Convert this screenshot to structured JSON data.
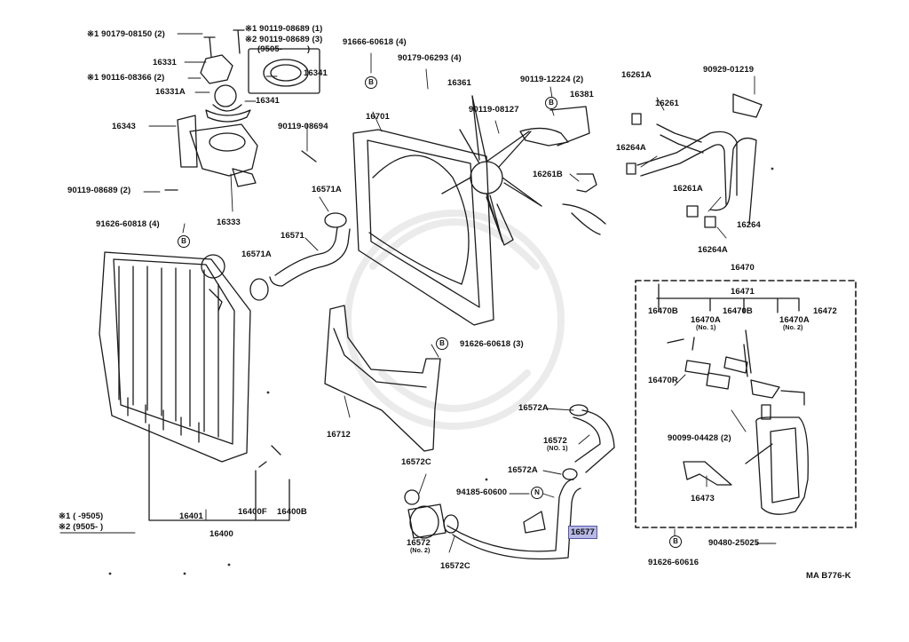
{
  "diagram": {
    "reference_code": "MA B776-K",
    "highlight_color": "#b7b9e6",
    "parts": [
      {
        "id": "p01",
        "text": "※1 90179-08150 (2)"
      },
      {
        "id": "p02",
        "text": "※1 90119-08689 (1)"
      },
      {
        "id": "p03",
        "text": "※2 90119-08689 (3)"
      },
      {
        "id": "p04",
        "text": "(9505-"
      },
      {
        "id": "p05",
        "text": ")"
      },
      {
        "id": "p06",
        "text": "91666-60618 (4)"
      },
      {
        "id": "p07",
        "text": "16331"
      },
      {
        "id": "p08",
        "text": "16341"
      },
      {
        "id": "p09",
        "text": "※1 90116-08366 (2)"
      },
      {
        "id": "p10",
        "text": "16331A"
      },
      {
        "id": "p11",
        "text": "16341"
      },
      {
        "id": "p12",
        "text": "16343"
      },
      {
        "id": "p13",
        "text": "90119-08694"
      },
      {
        "id": "p14",
        "text": "90119-08689 (2)"
      },
      {
        "id": "p15",
        "text": "16333"
      },
      {
        "id": "p16",
        "text": "91626-60818 (4)"
      },
      {
        "id": "p17",
        "text": "90179-06293 (4)"
      },
      {
        "id": "p18",
        "text": "16361"
      },
      {
        "id": "p19",
        "text": "90119-12224 (2)"
      },
      {
        "id": "p20",
        "text": "16381"
      },
      {
        "id": "p21",
        "text": "16701"
      },
      {
        "id": "p22",
        "text": "90119-08127"
      },
      {
        "id": "p23",
        "text": "16261A"
      },
      {
        "id": "p24",
        "text": "90929-01219"
      },
      {
        "id": "p25",
        "text": "16261"
      },
      {
        "id": "p26",
        "text": "16264A"
      },
      {
        "id": "p27",
        "text": "16261B"
      },
      {
        "id": "p28",
        "text": "16261A"
      },
      {
        "id": "p29",
        "text": "16264"
      },
      {
        "id": "p30",
        "text": "16264A"
      },
      {
        "id": "p31",
        "text": "16571A"
      },
      {
        "id": "p32",
        "text": "16571"
      },
      {
        "id": "p33",
        "text": "16571A"
      },
      {
        "id": "p34",
        "text": "16470"
      },
      {
        "id": "p35",
        "text": "16471"
      },
      {
        "id": "p36",
        "text": "16470B"
      },
      {
        "id": "p37",
        "text": "16470A"
      },
      {
        "id": "p38",
        "text": "(No. 1)"
      },
      {
        "id": "p39",
        "text": "16470B"
      },
      {
        "id": "p40",
        "text": "16470A"
      },
      {
        "id": "p41",
        "text": "(No. 2)"
      },
      {
        "id": "p42",
        "text": "16472"
      },
      {
        "id": "p43",
        "text": "91626-60618 (3)"
      },
      {
        "id": "p44",
        "text": "16470R"
      },
      {
        "id": "p45",
        "text": "16572A"
      },
      {
        "id": "p46",
        "text": "16712"
      },
      {
        "id": "p47",
        "text": "16572"
      },
      {
        "id": "p48",
        "text": "(NO. 1)"
      },
      {
        "id": "p49",
        "text": "90099-04428 (2)"
      },
      {
        "id": "p50",
        "text": "16572C"
      },
      {
        "id": "p51",
        "text": "16572A"
      },
      {
        "id": "p52",
        "text": "94185-60600"
      },
      {
        "id": "p53",
        "text": "16473"
      },
      {
        "id": "p54",
        "text": "16572"
      },
      {
        "id": "p55",
        "text": "(No. 2)"
      },
      {
        "id": "p56",
        "text": "16572C"
      },
      {
        "id": "p57",
        "text": "16577",
        "highlighted": true
      },
      {
        "id": "p58",
        "text": "90480-25025"
      },
      {
        "id": "p59",
        "text": "91626-60616"
      },
      {
        "id": "p60",
        "text": "16401"
      },
      {
        "id": "p61",
        "text": "16400F"
      },
      {
        "id": "p62",
        "text": "16400B"
      },
      {
        "id": "p63",
        "text": "16400"
      },
      {
        "id": "p64",
        "text": "※1 (       -9505)"
      },
      {
        "id": "p65",
        "text": "※2 (9505-       )"
      }
    ],
    "callout_markers": [
      {
        "id": "m1",
        "text": "B"
      },
      {
        "id": "m2",
        "text": "B"
      },
      {
        "id": "m3",
        "text": "B"
      },
      {
        "id": "m4",
        "text": "B"
      },
      {
        "id": "m5",
        "text": "B"
      },
      {
        "id": "m6",
        "text": "N"
      }
    ]
  }
}
